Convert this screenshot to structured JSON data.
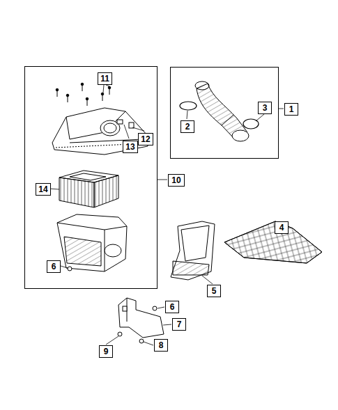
{
  "diagram": {
    "nodes": [
      {
        "text": [
          "10"
        ]
      },
      {
        "text": [
          "11"
        ],
        "in": 0
      },
      {
        "text": [
          "13"
        ],
        "in": 0
      },
      {
        "text": [
          "12"
        ],
        "in": 0
      },
      {
        "text": [
          "14"
        ],
        "in": 0
      },
      {
        "text": [
          "6"
        ],
        "in": 0
      },
      {
        "text": [
          "1"
        ]
      },
      {
        "text": [
          "2"
        ],
        "in": 6
      },
      {
        "text": [
          "3"
        ],
        "in": 6
      },
      {
        "text": [
          "4"
        ]
      },
      {
        "text": [
          "5"
        ]
      },
      {
        "text": [
          "6"
        ]
      },
      {
        "text": [
          "7"
        ]
      },
      {
        "text": [
          "9"
        ]
      },
      {
        "text": [
          "8"
        ]
      }
    ]
  }
}
